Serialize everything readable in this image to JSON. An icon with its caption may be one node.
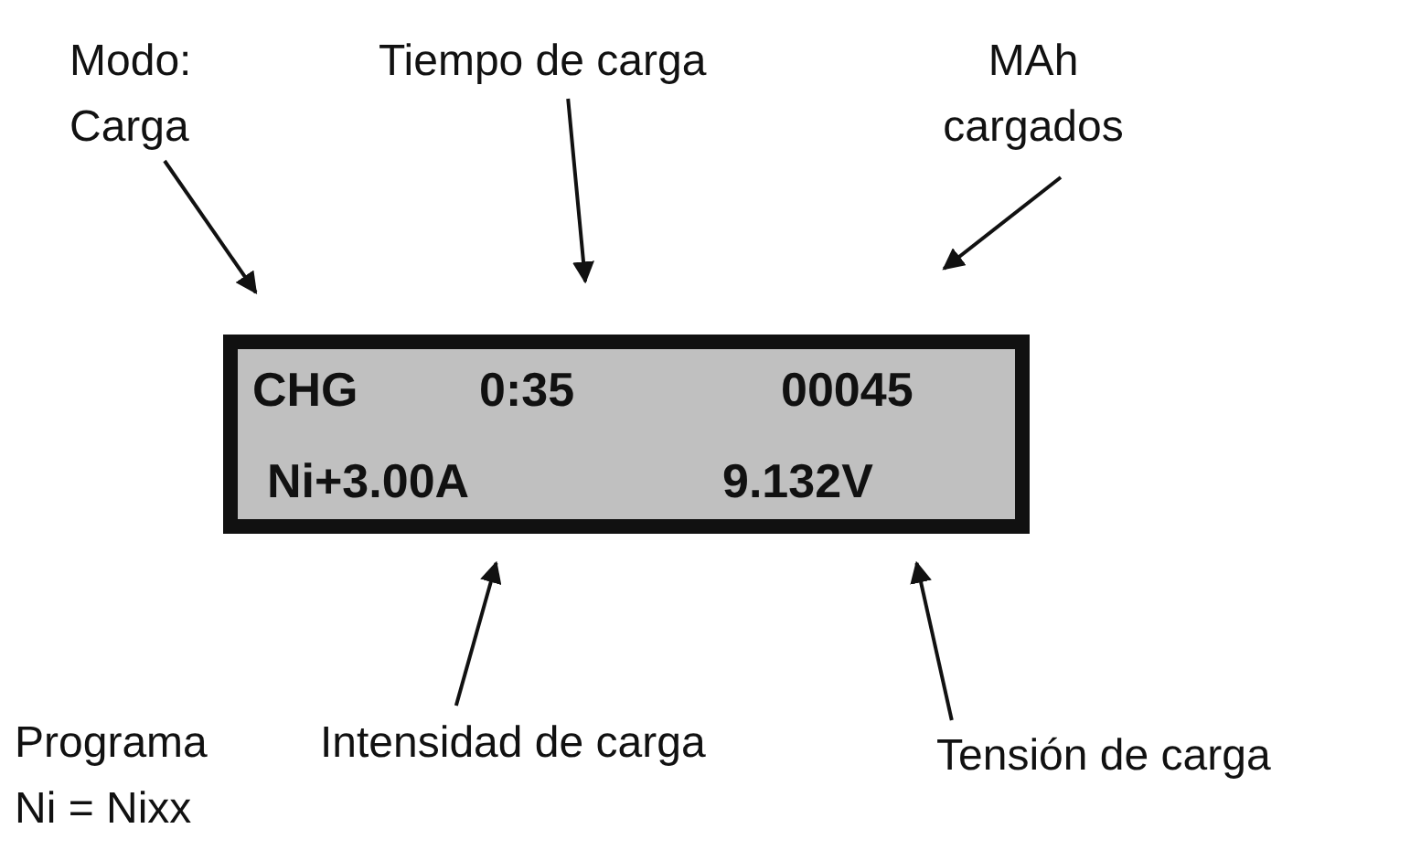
{
  "diagram": {
    "nodes": [
      {
        "text": [],
        "shape": "box"
      },
      {
        "text": [
          "CHG"
        ],
        "in": 0
      },
      {
        "text": [
          "0:35"
        ],
        "in": 0
      },
      {
        "text": [
          "00045"
        ],
        "in": 0
      },
      {
        "text": [
          "Ni+3.00A"
        ],
        "in": 0
      },
      {
        "text": [
          "9.132V"
        ],
        "in": 0
      },
      {
        "text": [
          "Modo: Carga"
        ]
      },
      {
        "text": [
          "Tiempo de carga"
        ]
      },
      {
        "text": [
          "MAh cargados"
        ]
      },
      {
        "text": [
          "Intensidad de carga"
        ]
      },
      {
        "text": [
          "Tensión de carga"
        ]
      }
    ],
    "edges": [
      {
        "from": 6,
        "to": 1,
        "arrow": "to"
      },
      {
        "from": 7,
        "to": 2,
        "arrow": "to"
      },
      {
        "from": 8,
        "to": 3,
        "arrow": "to"
      },
      {
        "from": 9,
        "to": 4,
        "arrow": "to"
      },
      {
        "from": 10,
        "to": 5,
        "arrow": "to"
      }
    ],
    "labels": [
      "Programa Ni = Nixx"
    ]
  }
}
